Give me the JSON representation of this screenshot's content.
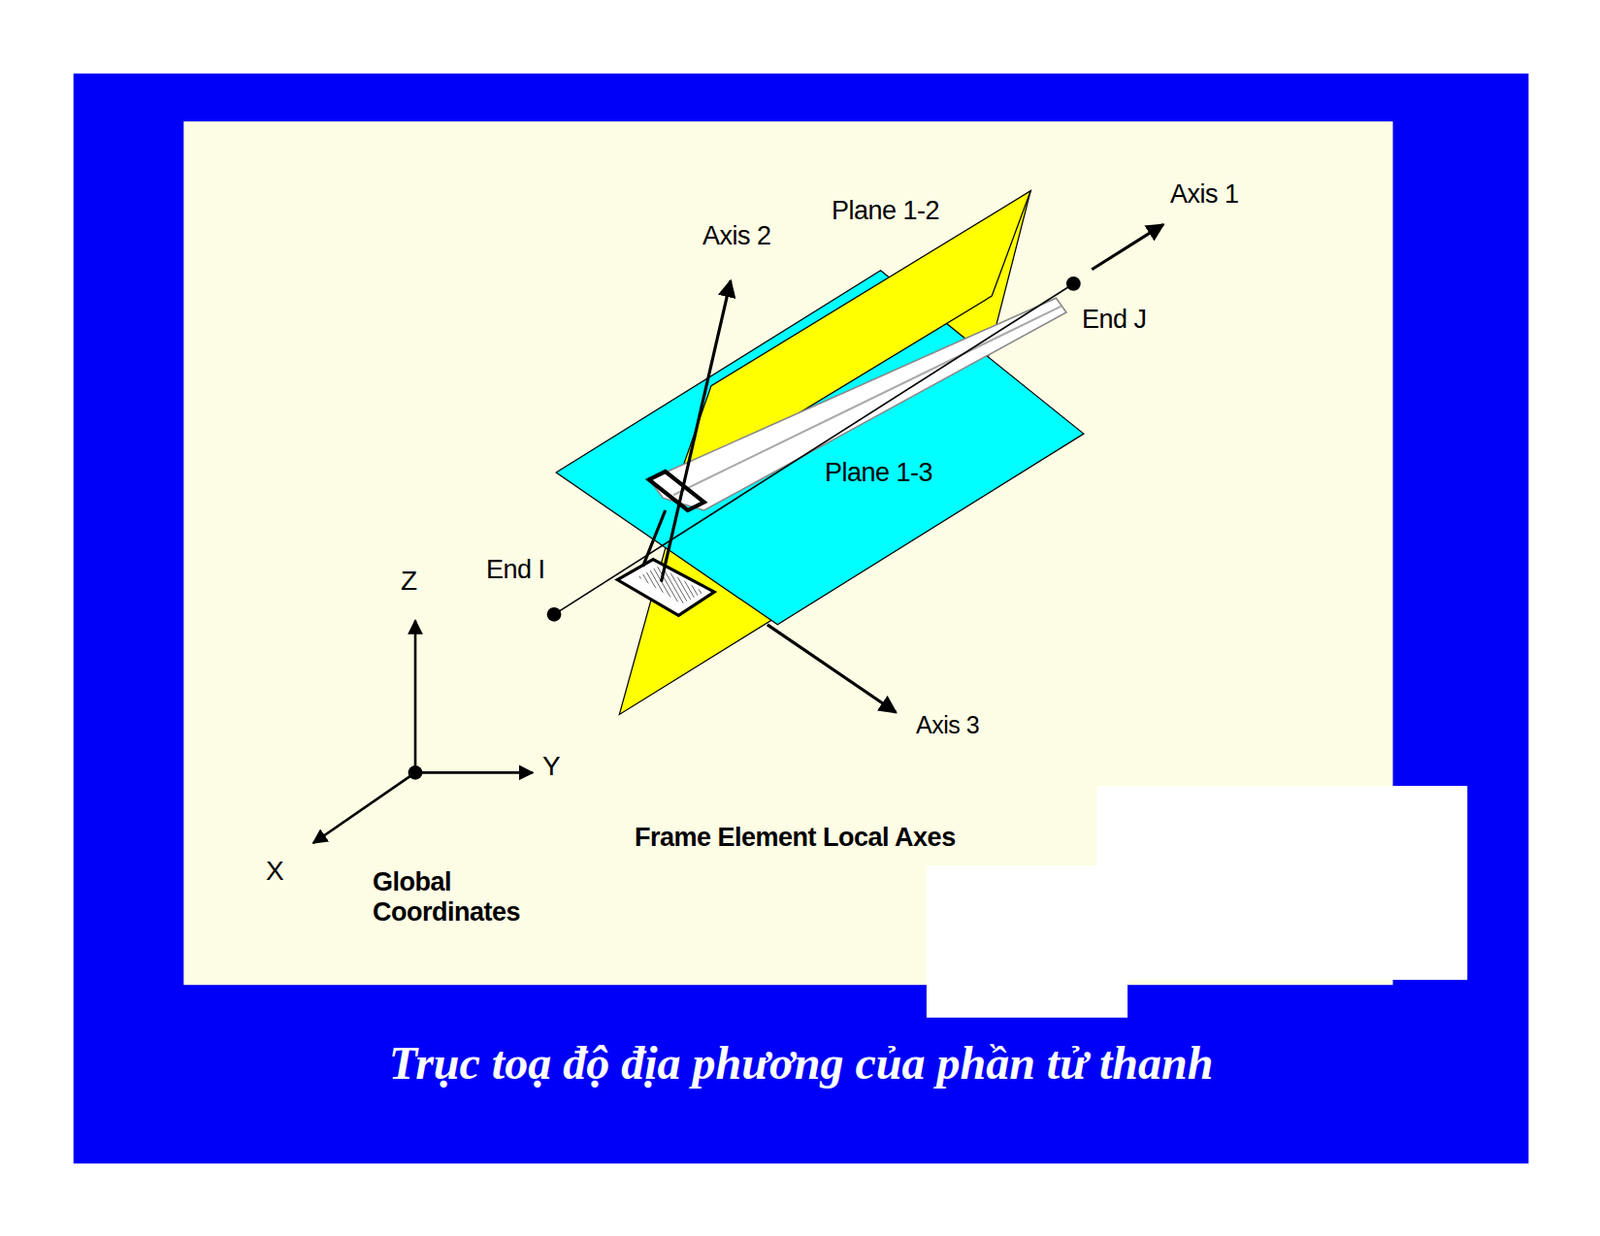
{
  "diagram": {
    "caption": "Trục toạ độ địa phương của phần tử thanh",
    "labels": [
      "Axis 1",
      "Plane 1-2",
      "Axis 2",
      "End J",
      "Plane 1-3",
      "End I",
      "Z",
      "Y",
      "Axis 3",
      "X",
      "Frame Element Local Axes",
      "Global Coordinates"
    ]
  }
}
